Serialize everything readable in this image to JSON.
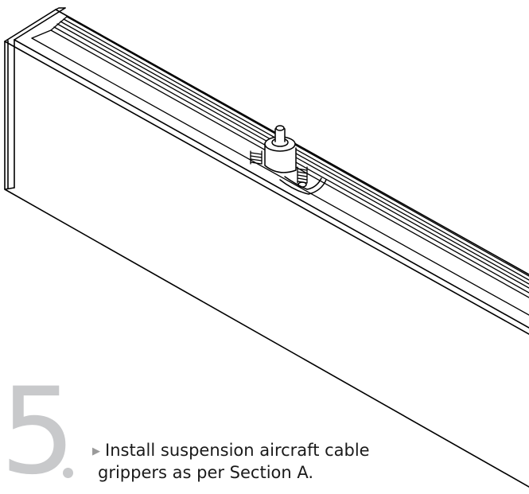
{
  "step": {
    "number": "5",
    "instruction_line1": "Install suspension aircraft cable",
    "instruction_line2": "grippers as per Section A."
  },
  "icons": {
    "step_marker": "triangle-right-icon"
  },
  "colors": {
    "step_number": "#c8c9cb",
    "text": "#1a1a1a",
    "lines": "#000000"
  }
}
